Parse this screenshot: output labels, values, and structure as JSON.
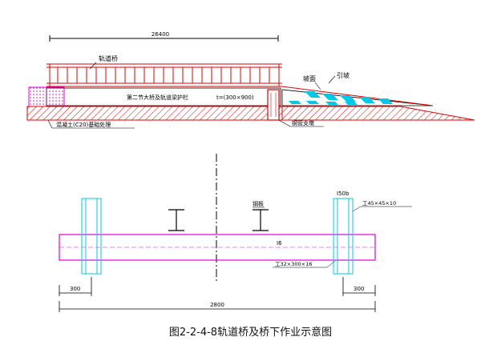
{
  "figure": {
    "caption": "图2-2-4-8轨道桥及桥下作业示意图"
  },
  "elevation": {
    "dim_total": "26400",
    "label_rail_bridge": "轨道桥",
    "label_slope": "坡面",
    "label_ramp": "引坡",
    "label_wagon": "第二节大桥及轨道梁护栏",
    "label_beam": "t=(300×900)",
    "label_foundation": "混凝土(C20)基础处理",
    "label_pier": "钢管支墩"
  },
  "section": {
    "label_plate": "钢板",
    "label_top_right": "I50b",
    "label_right_col": "工45×45×10",
    "label_beam_mid": "I6",
    "label_beam_spec": "工32×300×16",
    "dim_left": "300",
    "dim_right": "300",
    "dim_total": "2800"
  },
  "colors": {
    "red": "#e00000",
    "magenta": "#e000e0",
    "cyan": "#00c8e8",
    "black": "#000000"
  }
}
